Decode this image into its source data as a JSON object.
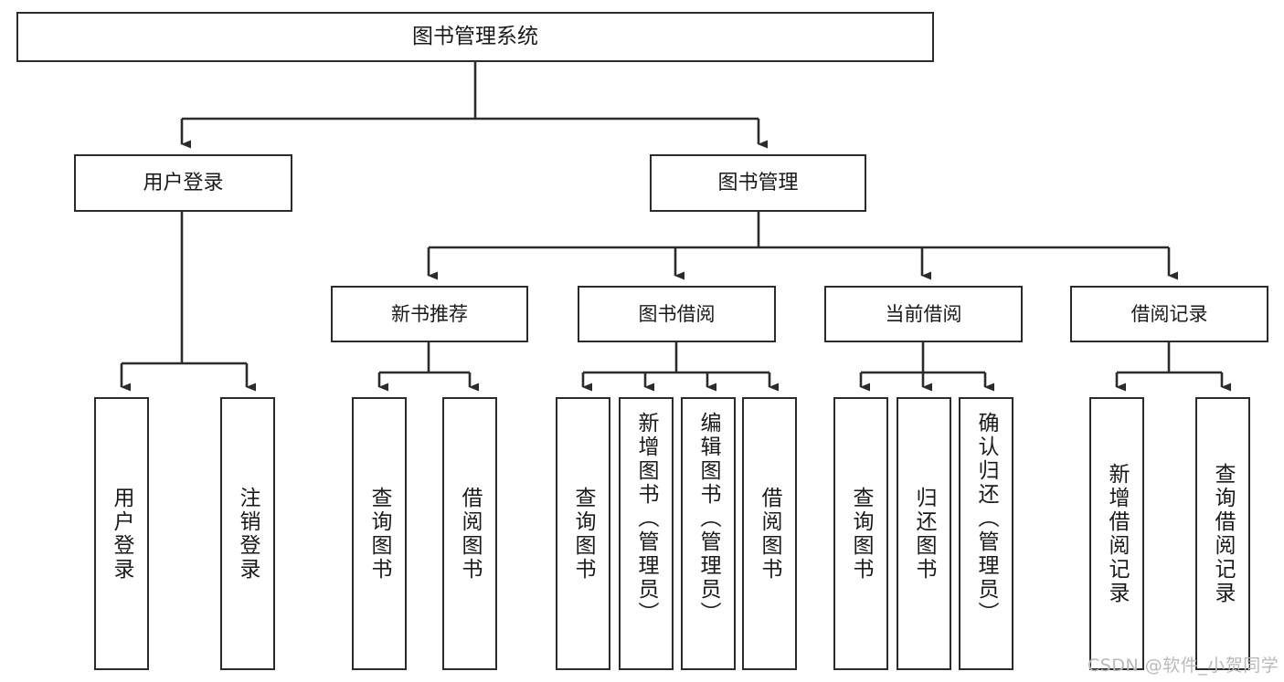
{
  "diagram": {
    "title": "图书管理系统",
    "type": "tree-hierarchy-diagram",
    "root": {
      "label": "图书管理系统"
    },
    "level2": [
      {
        "label": "用户登录"
      },
      {
        "label": "图书管理"
      }
    ],
    "level3": [
      {
        "label": "新书推荐"
      },
      {
        "label": "图书借阅"
      },
      {
        "label": "当前借阅"
      },
      {
        "label": "借阅记录"
      }
    ],
    "leaves": {
      "user_login": [
        {
          "label": "用户登录"
        },
        {
          "label": "注销登录"
        }
      ],
      "new_book_recommend": [
        {
          "label": "查询图书"
        },
        {
          "label": "借阅图书"
        }
      ],
      "book_borrow": [
        {
          "label": "查询图书"
        },
        {
          "label": "新增图书（管理员）"
        },
        {
          "label": "编辑图书（管理员）"
        },
        {
          "label": "借阅图书"
        }
      ],
      "current_borrow": [
        {
          "label": "查询图书"
        },
        {
          "label": "归还图书"
        },
        {
          "label": "确认归还（管理员）"
        }
      ],
      "borrow_records": [
        {
          "label": "新增借阅记录"
        },
        {
          "label": "查询借阅记录"
        }
      ]
    }
  },
  "watermark": {
    "text": "CSDN @软件_小贺同学"
  },
  "colors": {
    "border": "#2b2b2b",
    "background": "#ffffff",
    "text": "#1a1a1a",
    "watermark": "#b9b9b9"
  }
}
